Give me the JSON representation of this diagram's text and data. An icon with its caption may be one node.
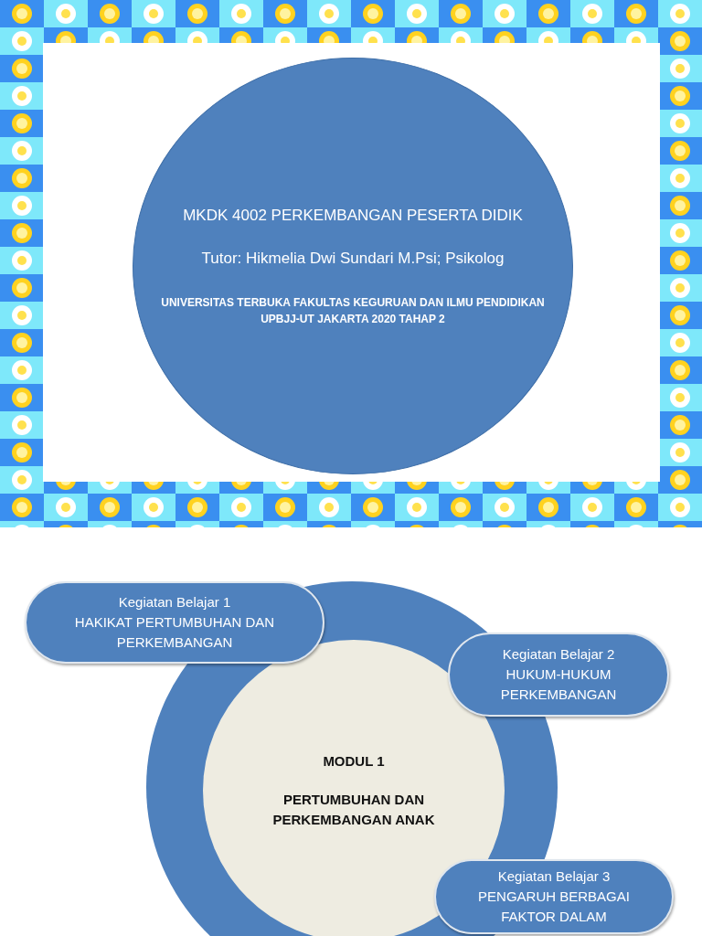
{
  "diagram": {
    "nodes": [
      {
        "text": [
          "MKDK 4002 PERKEMBANGAN PESERTA DIDIK",
          "Tutor: Hikmelia Dwi Sundari M.Psi; Psikolog",
          "UNIVERSITAS TERBUKA FAKULTAS KEGURUAN DAN ILMU PENDIDIKAN UPBJJ-UT JAKARTA 2020 TAHAP 2"
        ]
      },
      {
        "text": [
          "Kegiatan Belajar 1",
          "HAKIKAT PERTUMBUHAN DAN PERKEMBANGAN"
        ]
      },
      {
        "text": [],
        "shape": "circle"
      },
      {
        "text": [
          "MODUL 1",
          "PERTUMBUHAN DAN PERKEMBANGAN ANAK"
        ],
        "in": 2
      },
      {
        "text": [
          "Kegiatan Belajar 2",
          "HUKUM-HUKUM PERKEMBANGAN"
        ]
      },
      {
        "text": [
          "Kegiatan Belajar 3",
          "PENGARUH BERBAGAI FAKTOR DALAM"
        ]
      }
    ]
  }
}
